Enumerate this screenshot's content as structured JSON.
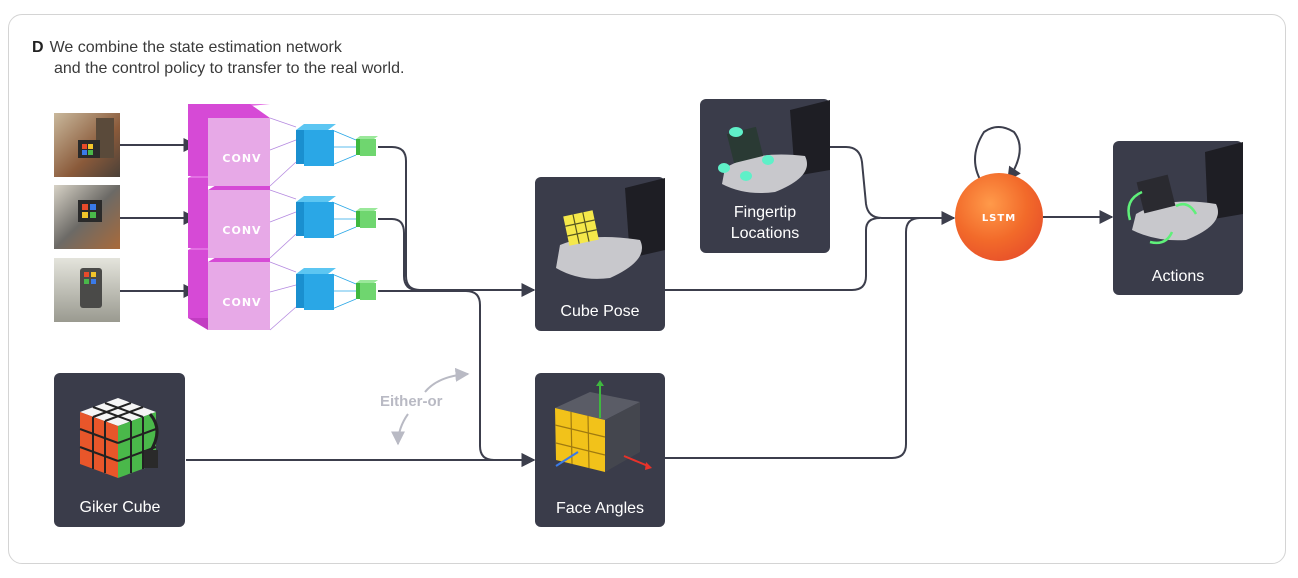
{
  "caption": {
    "letter": "D",
    "line1": "We combine the state estimation network",
    "line2": "and the control policy to transfer to the real world."
  },
  "conv_blocks": [
    {
      "label": "CONV"
    },
    {
      "label": "CONV"
    },
    {
      "label": "CONV"
    }
  ],
  "nodes": {
    "fingertip": {
      "line1": "Fingertip",
      "line2": "Locations"
    },
    "cube_pose": {
      "label": "Cube Pose"
    },
    "face_angles": {
      "label": "Face Angles"
    },
    "giker_cube": {
      "label": "Giker Cube"
    },
    "lstm": {
      "label": "LSTM"
    },
    "actions": {
      "label": "Actions"
    }
  },
  "either_or": {
    "label": "Either-or"
  },
  "colors": {
    "node_bg": "#3a3c4a",
    "arrow": "#3c3e4c",
    "conv_magenta": "#d64ad6",
    "conv_face": "#e7a9e7",
    "feature_blue": "#2aa7e6",
    "feature_green": "#6fd66f",
    "lstm_orange": "#f26a2a",
    "either_gray": "#b9bac4"
  }
}
